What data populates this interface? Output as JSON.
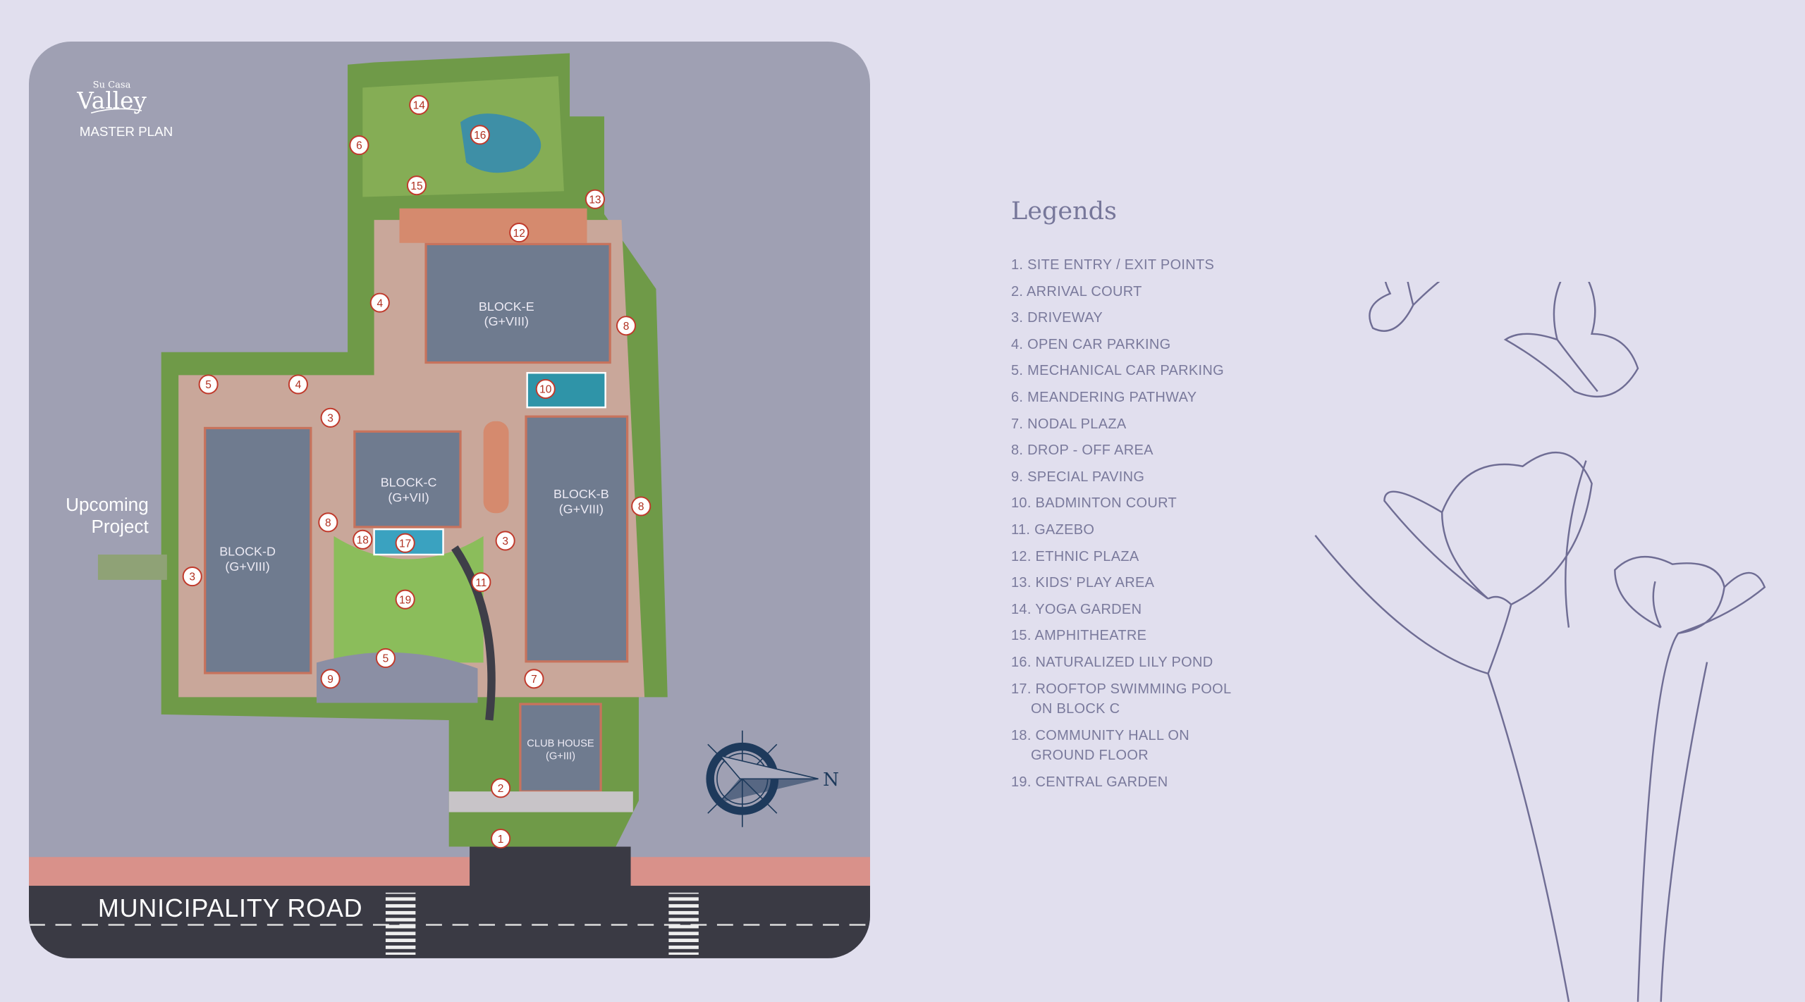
{
  "logo": {
    "brand_small": "Su Casa",
    "brand": "Valley"
  },
  "map": {
    "title": "MASTER PLAN",
    "upcoming": [
      "Upcoming",
      "Project"
    ],
    "road": "MUNICIPALITY ROAD",
    "compass": "N",
    "blocks": [
      {
        "name": "BLOCK-E",
        "floors": "(G+VIII)"
      },
      {
        "name": "BLOCK-C",
        "floors": "(G+VII)"
      },
      {
        "name": "BLOCK-B",
        "floors": "(G+VIII)"
      },
      {
        "name": "BLOCK-D",
        "floors": "(G+VIII)"
      },
      {
        "name": "CLUB HOUSE",
        "floors": "(G+III)"
      }
    ],
    "markers": [
      "14",
      "16",
      "6",
      "15",
      "13",
      "12",
      "4",
      "8",
      "5",
      "4",
      "10",
      "3",
      "8",
      "8",
      "18",
      "17",
      "3",
      "3",
      "11",
      "19",
      "5",
      "9",
      "7",
      "2",
      "1"
    ]
  },
  "legend": {
    "title": "Legends",
    "items": [
      [
        "1. SITE ENTRY / EXIT POINTS"
      ],
      [
        "2. ARRIVAL COURT"
      ],
      [
        "3. DRIVEWAY"
      ],
      [
        "4. OPEN CAR PARKING"
      ],
      [
        "5. MECHANICAL CAR PARKING"
      ],
      [
        "6. MEANDERING PATHWAY"
      ],
      [
        "7. NODAL PLAZA"
      ],
      [
        "8. DROP - OFF AREA"
      ],
      [
        "9. SPECIAL PAVING"
      ],
      [
        "10. BADMINTON COURT"
      ],
      [
        "11. GAZEBO"
      ],
      [
        "12. ETHNIC PLAZA"
      ],
      [
        "13. KIDS' PLAY AREA"
      ],
      [
        "14. YOGA GARDEN"
      ],
      [
        "15. AMPHITHEATRE"
      ],
      [
        "16. NATURALIZED LILY POND"
      ],
      [
        "17. ROOFTOP SWIMMING POOL",
        "ON BLOCK C"
      ],
      [
        "18. COMMUNITY HALL ON",
        "GROUND FLOOR"
      ],
      [
        "19. CENTRAL GARDEN"
      ]
    ]
  },
  "colors": {
    "background": "#e1dfee",
    "map_bg": "#9fa0b3",
    "legend_text": "#7a7a9c",
    "block": "#6f7b8f",
    "garden": "#7aa64a",
    "paving": "#d98a72",
    "road": "#3a3a44",
    "compass": "#1e3a5c"
  }
}
